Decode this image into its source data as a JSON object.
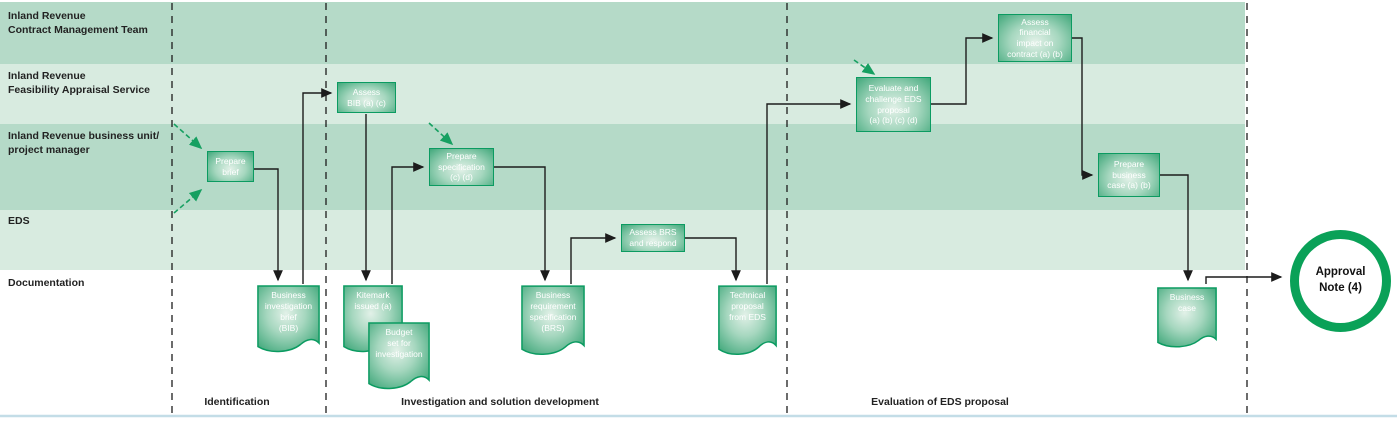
{
  "lanes": [
    {
      "label": "Inland Revenue\nContract Management Team"
    },
    {
      "label": "Inland Revenue\nFeasibility Appraisal Service"
    },
    {
      "label": "Inland Revenue business unit/\nproject manager"
    },
    {
      "label": "EDS"
    },
    {
      "label": "Documentation"
    }
  ],
  "phases": [
    {
      "label": "Identification"
    },
    {
      "label": "Investigation and solution development"
    },
    {
      "label": "Evaluation of EDS proposal"
    }
  ],
  "processes": [
    {
      "label": "Prepare\nbrief"
    },
    {
      "label": "Assess\nBIB (a) (c)"
    },
    {
      "label": "Prepare\nspecification\n(c) (d)"
    },
    {
      "label": "Assess BRS\nand respond"
    },
    {
      "label": "Evaluate and\nchallenge EDS\nproposal\n(a) (b) (c) (d)"
    },
    {
      "label": "Assess\nfinancial\nimpact on\ncontract (a) (b)"
    },
    {
      "label": "Prepare\nbusiness\ncase (a) (b)"
    }
  ],
  "documents": [
    {
      "label": "Business\ninvestigation\nbrief\n(BIB)"
    },
    {
      "label": "Kitemark\nissued (a)"
    },
    {
      "label": "Budget\nset for\ninvestigation"
    },
    {
      "label": "Business\nrequirement\nspecification\n(BRS)"
    },
    {
      "label": "Technical\nproposal\nfrom EDS"
    },
    {
      "label": "Business\ncase"
    }
  ],
  "terminator": {
    "label": "Approval\nNote (4)"
  },
  "colors": {
    "lane_band_dark": "#b5dac8",
    "lane_band_light": "#d8ebe0",
    "shape_border_green": "#0b9b61",
    "shape_fill_light": "#e2f1e8",
    "terminator_ring_green": "#0aa158",
    "connector_black": "#1c1c1c",
    "trigger_arrow_green": "#16a061",
    "bottom_rule_blue": "#c3dde7"
  }
}
